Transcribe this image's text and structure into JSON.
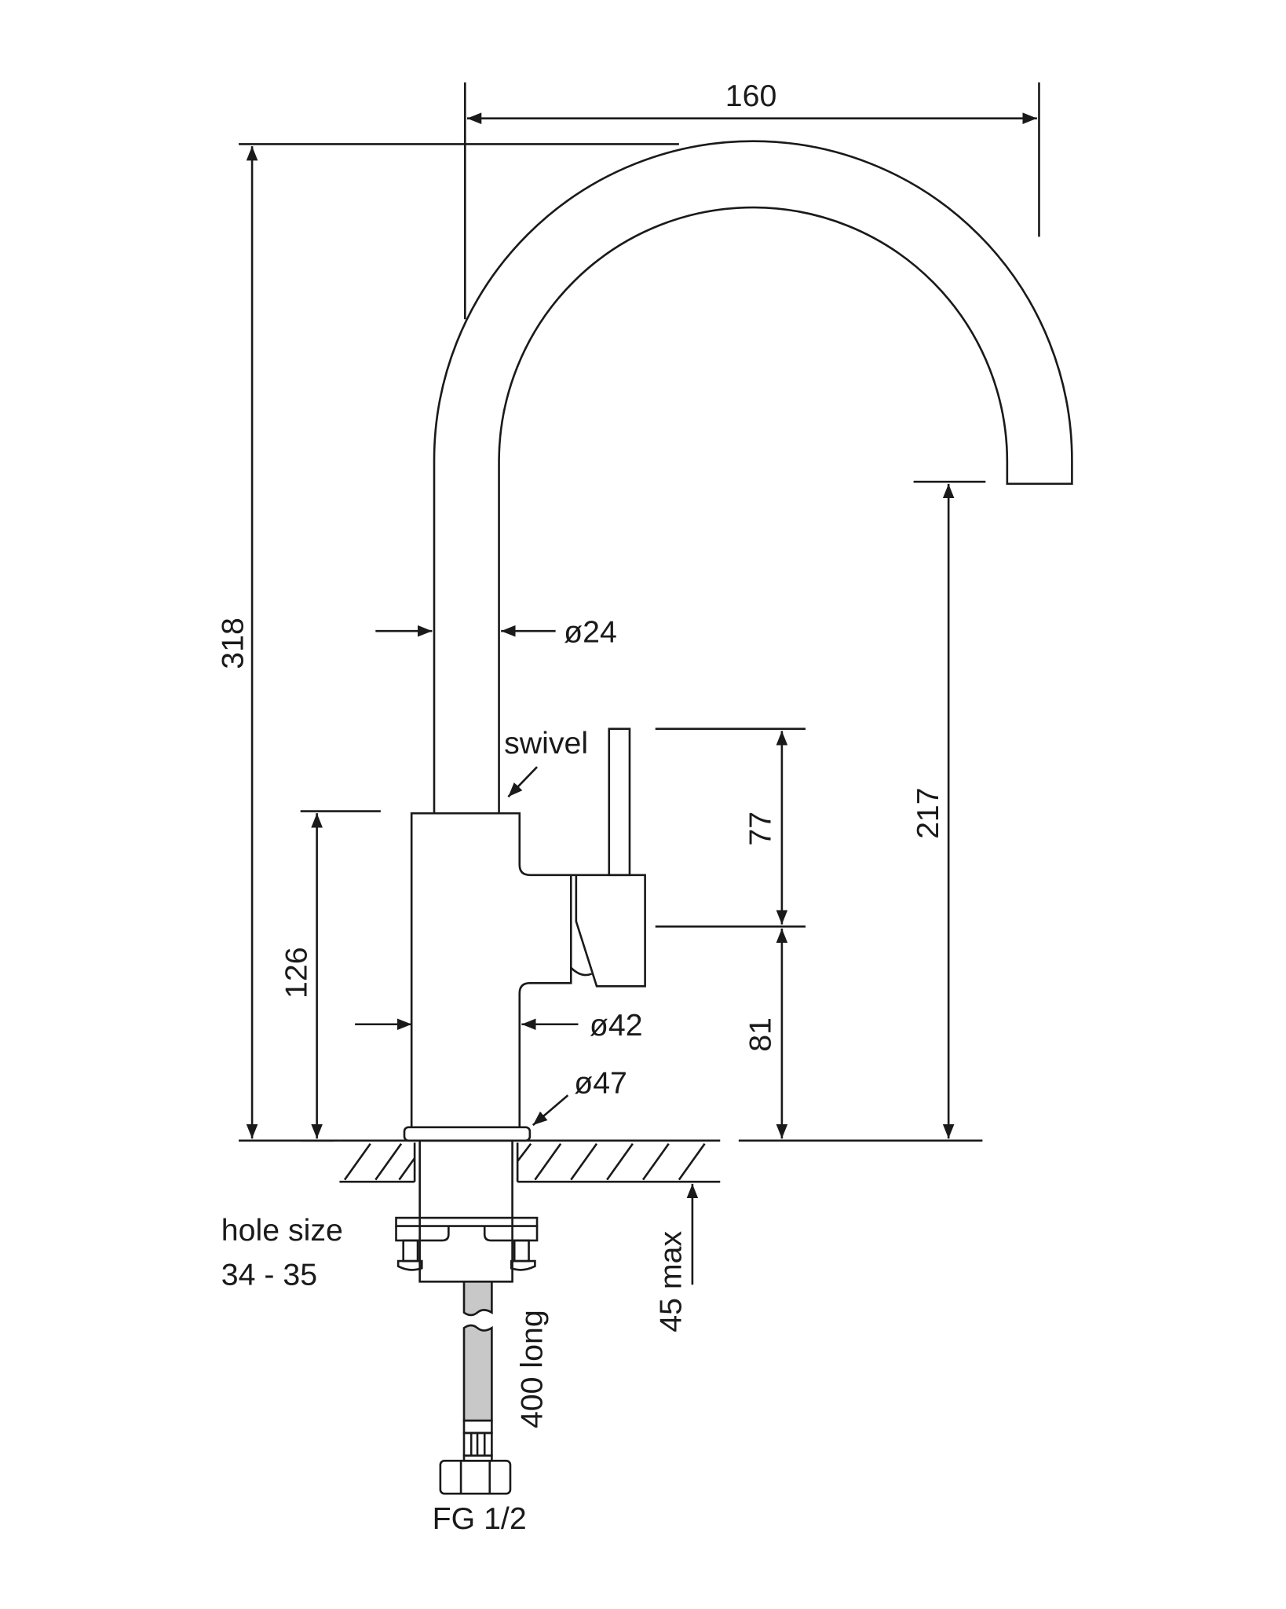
{
  "title": "Kitchen mixer tap dimension drawing",
  "dimensions": {
    "spout_reach": "160",
    "overall_height": "318",
    "spout_outlet_height": "217",
    "spout_diameter": "ø24",
    "swivel_label": "swivel",
    "lever_height": "77",
    "lever_pivot_height": "81",
    "body_height": "126",
    "body_diameter": "ø42",
    "base_diameter": "ø47",
    "counter_thickness": "45 max",
    "hole_size_label": "hole size",
    "hole_size_value": "34 - 35",
    "hose_length": "400 long",
    "connection": "FG 1/2"
  },
  "colors": {
    "line": "#1a1a1a",
    "hose": "#c8c8c8"
  }
}
